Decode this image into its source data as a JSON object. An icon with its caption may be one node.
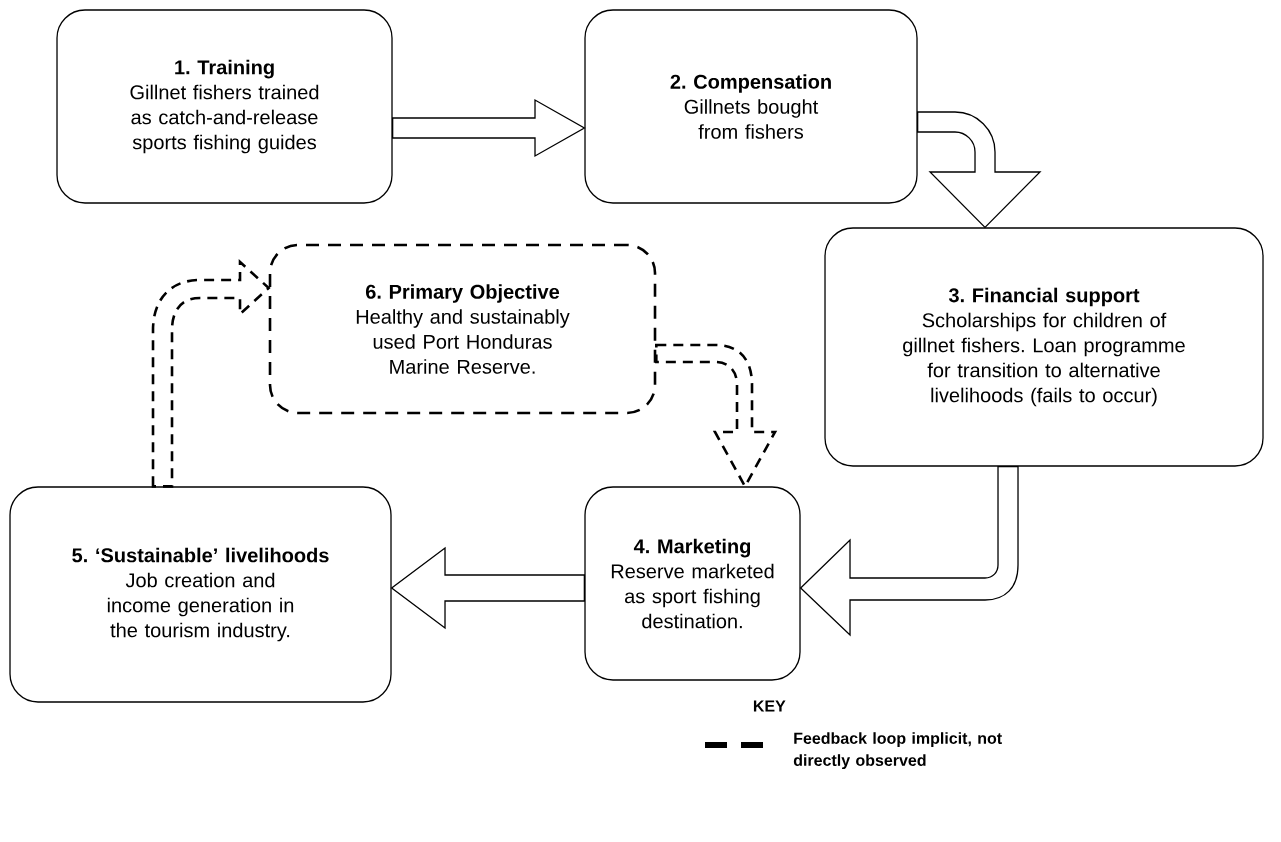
{
  "diagram": {
    "nodes": [
      {
        "text": [
          "1. Training",
          "Gillnet fishers trained as catch-and-release sports fishing guides"
        ]
      },
      {
        "text": [
          "2. Compensation",
          "Gillnets bought from fishers"
        ]
      },
      {
        "text": [
          "3. Financial support",
          "Scholarships for children of gillnet fishers. Loan programme for transition to alternative livelihoods (fails to occur)"
        ]
      },
      {
        "text": [
          "4. Marketing",
          "Reserve marketed as sport fishing destination."
        ]
      },
      {
        "text": [
          "5. ‘Sustainable’ livelihoods",
          "Job creation and income generation in the tourism industry."
        ]
      },
      {
        "text": [
          "6. Primary Objective",
          "Healthy and sustainably used Port Honduras Marine Reserve."
        ]
      }
    ],
    "edges": [
      {
        "from": 0,
        "to": 1,
        "arrow": "to"
      },
      {
        "from": 1,
        "to": 2,
        "arrow": "to"
      },
      {
        "from": 2,
        "to": 3,
        "arrow": "to"
      },
      {
        "from": 3,
        "to": 4,
        "arrow": "to"
      },
      {
        "from": 4,
        "to": 5,
        "arrow": "to",
        "style": "dashed"
      },
      {
        "from": 5,
        "to": 3,
        "arrow": "to",
        "style": "dashed"
      }
    ],
    "labels": [
      "KEY"
    ],
    "legend": [
      {
        "text": "Feedback loop implicit, not directly observed"
      }
    ]
  }
}
